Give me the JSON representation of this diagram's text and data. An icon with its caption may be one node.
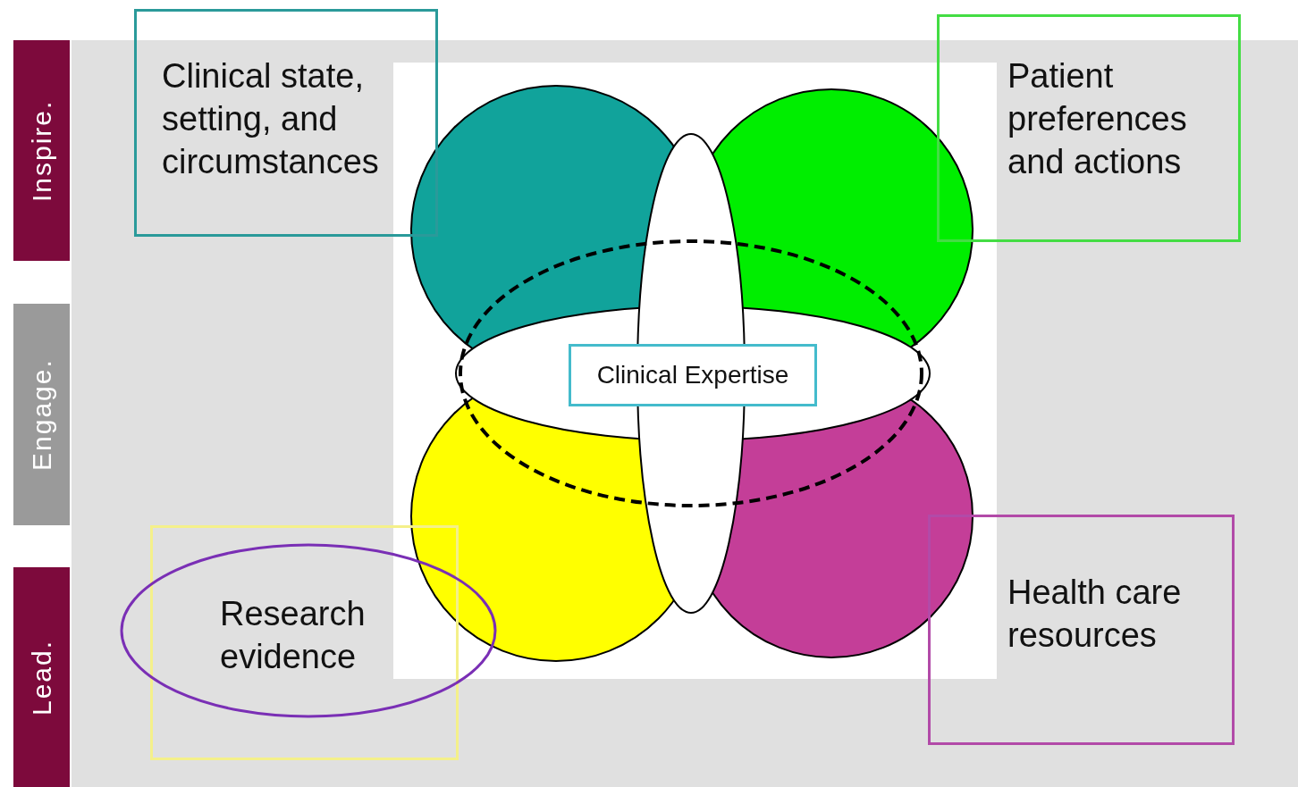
{
  "diagram": {
    "nodes": [
      {
        "text": [
          "Inspire."
        ]
      },
      {
        "text": [
          "Clinical state, setting, and circumstances"
        ]
      },
      {
        "text": [
          "Patient preferences and actions"
        ]
      },
      {
        "text": [
          "Engage."
        ]
      },
      {
        "text": [
          "Clinical Expertise"
        ]
      },
      {
        "text": [
          "Lead."
        ]
      },
      {
        "text": [
          "Research evidence"
        ]
      },
      {
        "text": [
          "Health care resources"
        ]
      }
    ]
  }
}
